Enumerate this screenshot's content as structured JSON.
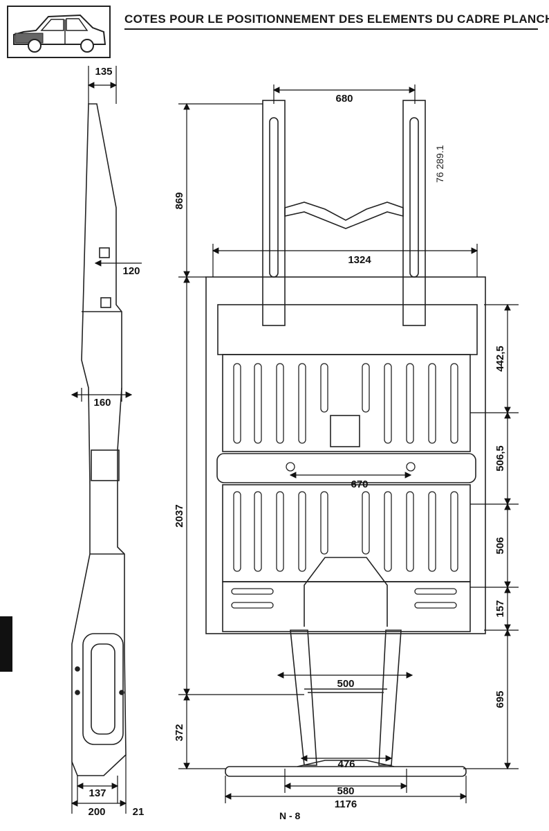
{
  "title": "COTES POUR LE POSITIONNEMENT DES ELEMENTS DU CADRE PLANCHER",
  "reference_code": "76 289.1",
  "page_number": "N - 8",
  "side_view": {
    "dims": {
      "top_width": "135",
      "upper_offset": "120",
      "mid_width": "160",
      "bottom_inner": "137",
      "bottom_width": "200",
      "bottom_offset": "21"
    }
  },
  "plan_view": {
    "dims": {
      "front_rail_spacing": "680",
      "front_length": "869",
      "front_width": "1324",
      "center_length": "2037",
      "seg_1": "442,5",
      "seg_2": "506,5",
      "seg_3": "506",
      "seg_4": "157",
      "seg_5": "695",
      "floor_holes": "670",
      "rear_upper_width": "500",
      "rear_length": "372",
      "rear_mid_width": "476",
      "rear_low_width": "580",
      "rear_overall_width": "1176"
    }
  },
  "icons": {
    "car_thumbnail": "car-silhouette-icon"
  }
}
